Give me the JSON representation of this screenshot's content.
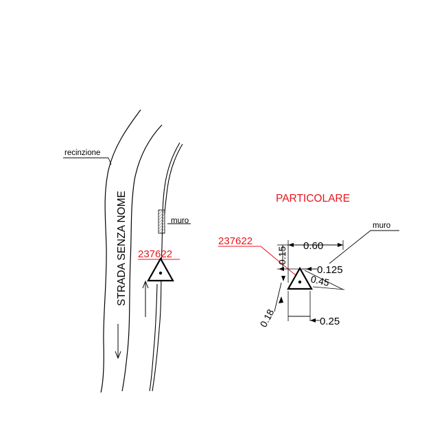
{
  "plan": {
    "road_name": "STRADA SENZA NOME",
    "fence_label": "recinzione",
    "wall_label": "muro",
    "station_id": "237622"
  },
  "detail": {
    "title": "PARTICOLARE",
    "wall_label": "muro",
    "station_id": "237622",
    "dimensions": {
      "top_width": "0.60",
      "left_height": "0.15",
      "offset": "0.125",
      "diagonal": "0.45",
      "lower_left": "0.18",
      "bottom_width": "0.25"
    }
  },
  "colors": {
    "line": "#000000",
    "label_red": "#e8141c",
    "wall_hatch": "#8a8a8a",
    "background": "#ffffff"
  },
  "symbols": {
    "station_marker": "triangle-with-dot-icon",
    "direction_arrow": "arrow-icon"
  }
}
